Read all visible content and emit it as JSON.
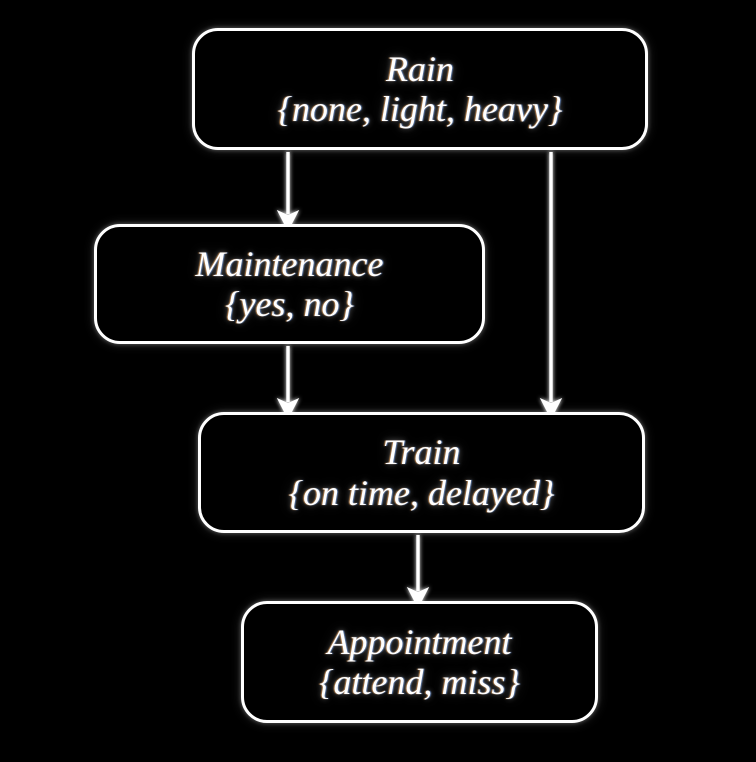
{
  "diagram": {
    "type": "causal-dag",
    "background_color": "#000000",
    "stroke_color": "#ffffff",
    "text_color": "#ffffff",
    "nodes": [
      {
        "id": "rain",
        "name": "Rain",
        "states": "{none, light, heavy}",
        "state_values": [
          "none",
          "light",
          "heavy"
        ]
      },
      {
        "id": "maintenance",
        "name": "Maintenance",
        "states": "{yes, no}",
        "state_values": [
          "yes",
          "no"
        ]
      },
      {
        "id": "train",
        "name": "Train",
        "states": "{on time, delayed}",
        "state_values": [
          "on time",
          "delayed"
        ]
      },
      {
        "id": "appointment",
        "name": "Appointment",
        "states": "{attend, miss}",
        "state_values": [
          "attend",
          "miss"
        ]
      }
    ],
    "edges": [
      {
        "id": "rain-maintenance",
        "from": "rain",
        "to": "maintenance"
      },
      {
        "id": "rain-train",
        "from": "rain",
        "to": "train"
      },
      {
        "id": "maintenance-train",
        "from": "maintenance",
        "to": "train"
      },
      {
        "id": "train-appointment",
        "from": "train",
        "to": "appointment"
      }
    ]
  }
}
